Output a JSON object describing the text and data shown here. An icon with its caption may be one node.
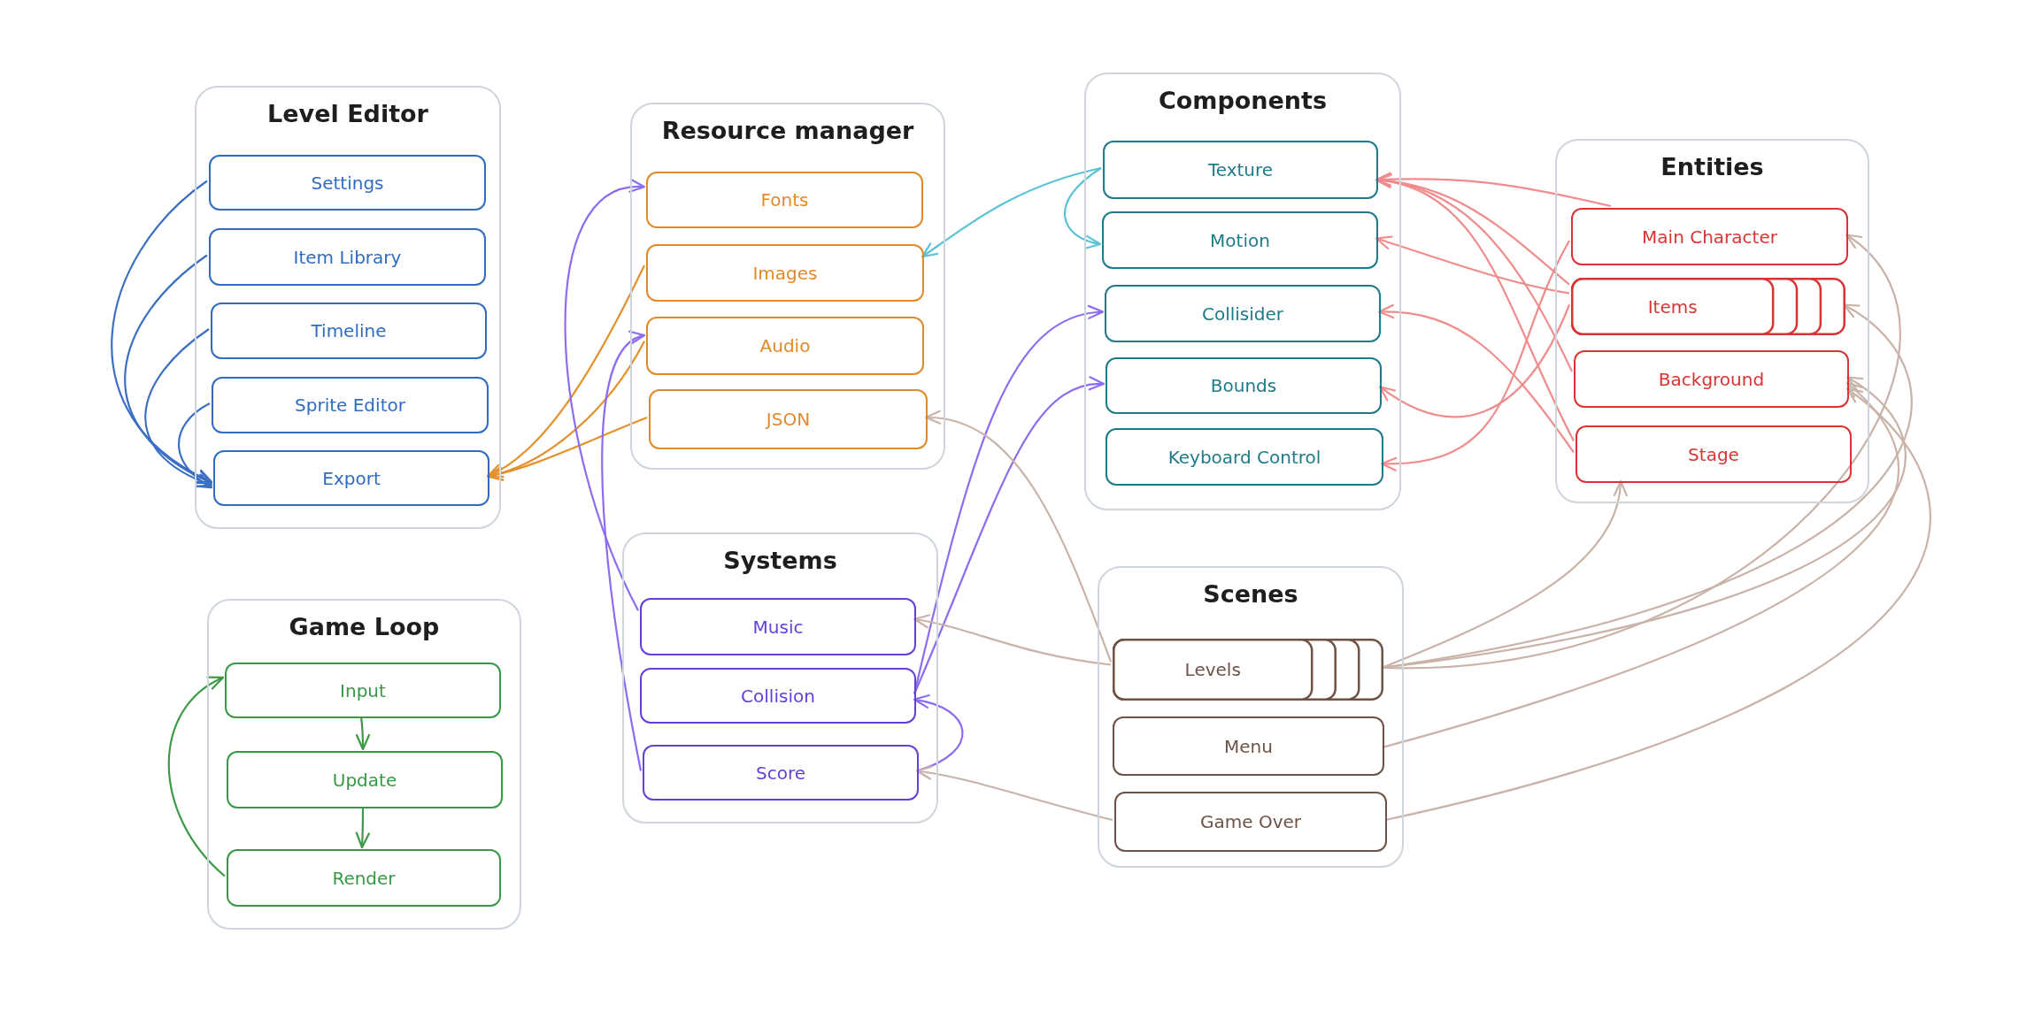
{
  "diagram": {
    "nodes": [
      {
        "text": [
          "Level Editor"
        ]
      },
      {
        "text": [
          "Settings"
        ],
        "in": 0
      },
      {
        "text": [
          "Item Library"
        ],
        "in": 0
      },
      {
        "text": [
          "Timeline"
        ],
        "in": 0
      },
      {
        "text": [
          "Sprite Editor"
        ],
        "in": 0
      },
      {
        "text": [
          "Export"
        ],
        "in": 0
      },
      {
        "text": [
          "Game Loop"
        ]
      },
      {
        "text": [
          "Input"
        ],
        "in": 6
      },
      {
        "text": [
          "Update"
        ],
        "in": 6
      },
      {
        "text": [
          "Render"
        ],
        "in": 6
      },
      {
        "text": [
          "Resource manager"
        ]
      },
      {
        "text": [
          "Fonts"
        ],
        "in": 10
      },
      {
        "text": [
          "Images"
        ],
        "in": 10
      },
      {
        "text": [
          "Audio"
        ],
        "in": 10
      },
      {
        "text": [
          "JSON"
        ],
        "in": 10
      },
      {
        "text": [
          "Systems"
        ]
      },
      {
        "text": [
          "Music"
        ],
        "in": 15
      },
      {
        "text": [
          "Collision"
        ],
        "in": 15
      },
      {
        "text": [
          "Score"
        ],
        "in": 15
      },
      {
        "text": [
          "Components"
        ]
      },
      {
        "text": [
          "Texture"
        ],
        "in": 19
      },
      {
        "text": [
          "Motion"
        ],
        "in": 19
      },
      {
        "text": [
          "Collisider"
        ],
        "in": 19
      },
      {
        "text": [
          "Bounds"
        ],
        "in": 19
      },
      {
        "text": [
          "Keyboard Control"
        ],
        "in": 19
      },
      {
        "text": [
          "Entities"
        ]
      },
      {
        "text": [
          "Main Character"
        ],
        "in": 25
      },
      {
        "text": [
          "Items"
        ],
        "in": 25
      },
      {
        "text": [
          "Background"
        ],
        "in": 25
      },
      {
        "text": [
          "Stage"
        ],
        "in": 25
      },
      {
        "text": [
          "Scenes"
        ]
      },
      {
        "text": [
          "Levels"
        ],
        "in": 30
      },
      {
        "text": [
          "Menu"
        ],
        "in": 30
      },
      {
        "text": [
          "Game Over"
        ],
        "in": 30
      }
    ],
    "edges": [
      {
        "from": 1,
        "to": 5,
        "arrow": "to",
        "color": "#3a6fc4"
      },
      {
        "from": 2,
        "to": 5,
        "arrow": "to",
        "color": "#3a6fc4"
      },
      {
        "from": 3,
        "to": 5,
        "arrow": "to",
        "color": "#3a6fc4"
      },
      {
        "from": 4,
        "to": 5,
        "arrow": "to",
        "color": "#3a6fc4"
      },
      {
        "from": 7,
        "to": 8,
        "arrow": "to",
        "color": "#3d9a47"
      },
      {
        "from": 8,
        "to": 9,
        "arrow": "to",
        "color": "#3d9a47"
      },
      {
        "from": 9,
        "to": 7,
        "arrow": "to",
        "color": "#3d9a47"
      },
      {
        "from": 12,
        "to": 5,
        "arrow": "to",
        "color": "#e3912c"
      },
      {
        "from": 13,
        "to": 5,
        "arrow": "to",
        "color": "#e3912c"
      },
      {
        "from": 14,
        "to": 5,
        "arrow": "to",
        "color": "#e3912c"
      },
      {
        "from": 16,
        "to": 11,
        "arrow": "to",
        "color": "#8c6cf0"
      },
      {
        "from": 18,
        "to": 13,
        "arrow": "to",
        "color": "#8c6cf0"
      },
      {
        "from": 17,
        "to": 22,
        "arrow": "to",
        "color": "#8c6cf0"
      },
      {
        "from": 17,
        "to": 23,
        "arrow": "to",
        "color": "#8c6cf0"
      },
      {
        "from": 18,
        "to": 17,
        "arrow": "to",
        "color": "#8c6cf0"
      },
      {
        "from": 20,
        "to": 12,
        "arrow": "to",
        "color": "#5bc3d5"
      },
      {
        "from": 20,
        "to": 21,
        "arrow": "to",
        "color": "#5bc3d5"
      },
      {
        "from": 26,
        "to": 20,
        "arrow": "to",
        "color": "#f08c8c"
      },
      {
        "from": 27,
        "to": 20,
        "arrow": "to",
        "color": "#f08c8c"
      },
      {
        "from": 28,
        "to": 20,
        "arrow": "to",
        "color": "#f08c8c"
      },
      {
        "from": 29,
        "to": 20,
        "arrow": "to",
        "color": "#f08c8c"
      },
      {
        "from": 27,
        "to": 21,
        "arrow": "to",
        "color": "#f08c8c"
      },
      {
        "from": 29,
        "to": 22,
        "arrow": "to",
        "color": "#f08c8c"
      },
      {
        "from": 27,
        "to": 23,
        "arrow": "to",
        "color": "#f08c8c"
      },
      {
        "from": 26,
        "to": 24,
        "arrow": "to",
        "color": "#f08c8c"
      },
      {
        "from": 31,
        "to": 14,
        "arrow": "to"
      },
      {
        "from": 31,
        "to": 16,
        "arrow": "to"
      },
      {
        "from": 33,
        "to": 18,
        "arrow": "to"
      },
      {
        "from": 31,
        "to": 29,
        "arrow": "to"
      },
      {
        "from": 31,
        "to": 26,
        "arrow": "to"
      },
      {
        "from": 31,
        "to": 27,
        "arrow": "to"
      },
      {
        "from": 31,
        "to": 28,
        "arrow": "to"
      },
      {
        "from": 32,
        "to": 28,
        "arrow": "to"
      },
      {
        "from": 33,
        "to": 28,
        "arrow": "to"
      }
    ]
  }
}
